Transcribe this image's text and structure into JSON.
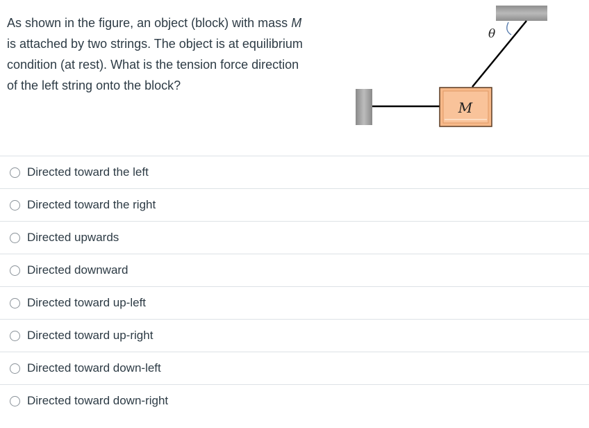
{
  "question": {
    "part1": "As shown in the figure, an object (block) with mass ",
    "mass_var": "M",
    "part2": " is attached by two strings. The object is at equilibrium condition (at rest). What is the tension force direction of the left string onto the block?"
  },
  "figure": {
    "block_label": "M",
    "angle_label": "θ",
    "colors": {
      "block_fill": "#f7b98a",
      "block_border": "#5a3a22",
      "wall": "#9a9a9a",
      "string": "#000000"
    }
  },
  "answers": [
    {
      "label": "Directed toward the left"
    },
    {
      "label": "Directed toward the right"
    },
    {
      "label": "Directed upwards"
    },
    {
      "label": "Directed downward"
    },
    {
      "label": "Directed toward up-left"
    },
    {
      "label": "Directed toward up-right"
    },
    {
      "label": "Directed toward down-left"
    },
    {
      "label": "Directed toward down-right"
    }
  ]
}
